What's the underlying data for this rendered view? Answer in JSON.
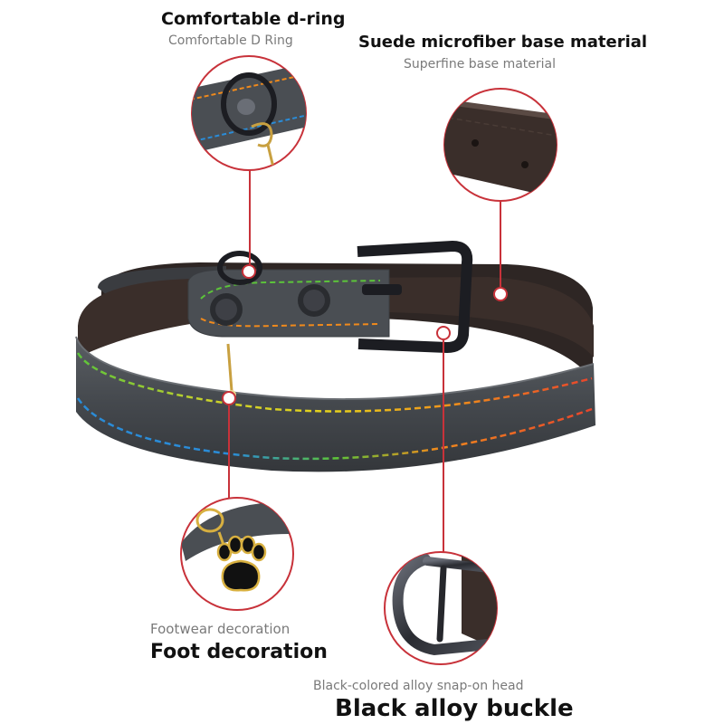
{
  "callouts": {
    "d_ring": {
      "title": "Comfortable d-ring",
      "subtitle": "Comfortable D Ring",
      "icon": "d-ring-icon"
    },
    "base_material": {
      "title": "Suede microfiber base material",
      "subtitle": "Superfine base material",
      "icon": "suede-icon"
    },
    "foot_decoration": {
      "subtitle": "Footwear decoration",
      "title": "Foot decoration",
      "icon": "paw-charm-icon"
    },
    "buckle": {
      "subtitle": "Black-colored alloy snap-on head",
      "title": "Black alloy buckle",
      "icon": "buckle-icon"
    }
  },
  "colors": {
    "leather": "#4a4e53",
    "suede": "#3a2e2a",
    "callout_ring": "#c8323a",
    "stitch_rainbow": [
      "#e8452c",
      "#f08a1c",
      "#e8d21c",
      "#5cc43a",
      "#2a8cd8"
    ]
  }
}
